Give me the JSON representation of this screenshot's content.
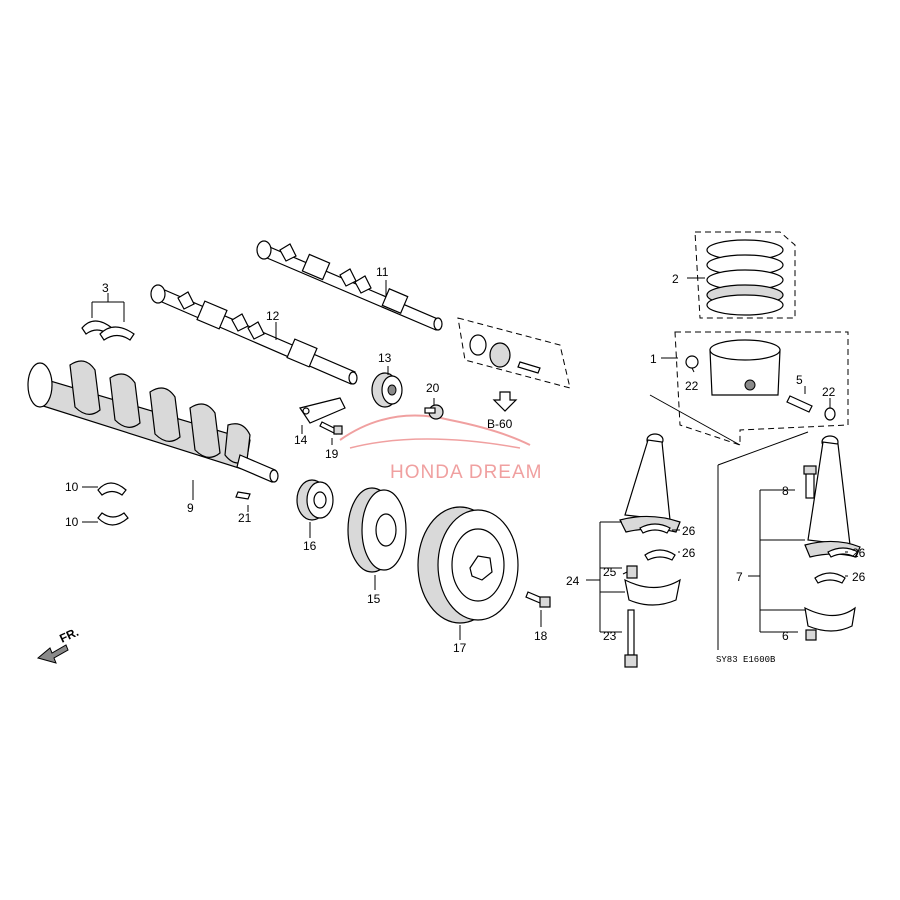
{
  "labels": {
    "l1": "1",
    "l2": "2",
    "l3": "3",
    "l5": "5",
    "l6": "6",
    "l7": "7",
    "l8": "8",
    "l9": "9",
    "l10a": "10",
    "l10b": "10",
    "l11": "11",
    "l12": "12",
    "l13": "13",
    "l14": "14",
    "l15": "15",
    "l16": "16",
    "l17": "17",
    "l18": "18",
    "l19": "19",
    "l20": "20",
    "l21": "21",
    "l22a": "22",
    "l22b": "22",
    "l23": "23",
    "l24": "24",
    "l25": "25",
    "l26a": "26",
    "l26b": "26",
    "l26c": "26",
    "l26d": "26"
  },
  "reference": "B-60",
  "direction": "FR.",
  "diagram_code": "SY83  E1600B",
  "watermark": "HONDA DREAM",
  "colors": {
    "watermark": "#f0a0a0",
    "line": "#000000"
  }
}
